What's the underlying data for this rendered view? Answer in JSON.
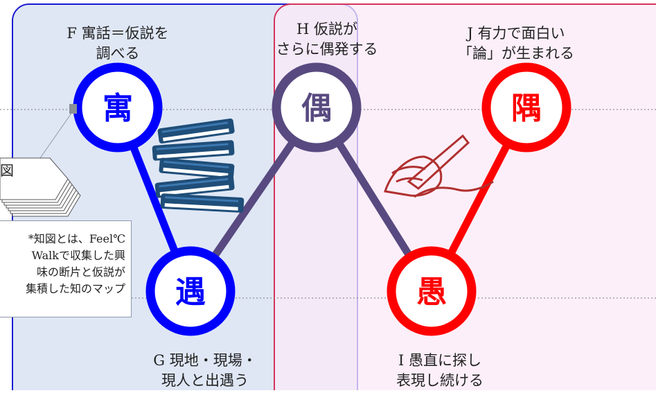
{
  "colors": {
    "blue": "#0000ff",
    "purple": "#584a80",
    "red": "#ff0000",
    "left_panel_fill": "#dfe7f5",
    "right_panel_fill": "#fbe9f7",
    "left_panel_border": "#1a1ad0",
    "right_panel_border": "#d4345a",
    "book": "#1f4e79",
    "pen": "#b03030"
  },
  "nodes": {
    "gu_fable": "寓",
    "gu_encounter": "遇",
    "gu_chance": "偶",
    "gu_fool": "愚",
    "gu_corner": "隅"
  },
  "labels": {
    "f": [
      "F 寓話＝仮説を",
      "調べる"
    ],
    "g": [
      "G 現地・現場・",
      "現人と出遇う"
    ],
    "h": [
      "H 仮説が",
      "さらに偶発する"
    ],
    "i": [
      "I 愚直に探し",
      "表現し続ける"
    ],
    "j": [
      "J 有力で面白い",
      "「論」が生まれる"
    ]
  },
  "note": {
    "chizu_char": "図",
    "lines": [
      "*知図とは、Feel℃",
      "Walkで収集した興",
      "味の断片と仮説が",
      "集積した知のマップ"
    ]
  },
  "icons": {
    "books": "books-stack-icon",
    "pen": "hand-writing-icon",
    "papers": "paper-stack-icon"
  }
}
